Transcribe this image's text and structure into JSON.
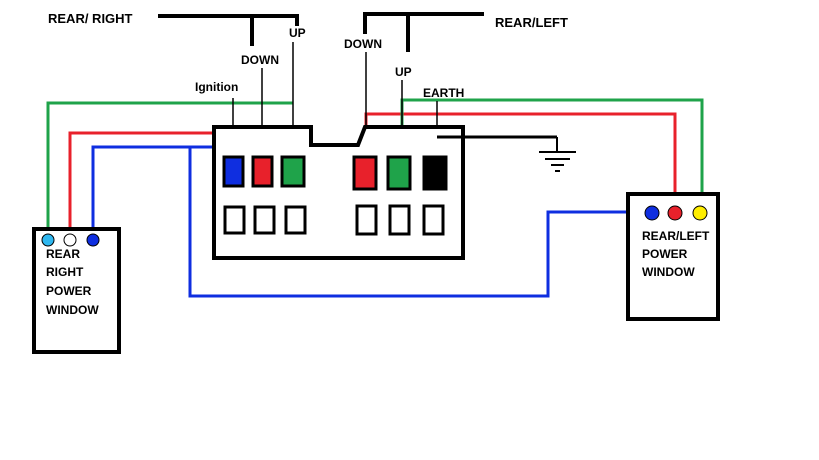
{
  "labels": {
    "rear_right": "REAR/ RIGHT",
    "rear_left": "REAR/LEFT",
    "up_right": "UP",
    "down_right": "DOWN",
    "down_left": "DOWN",
    "up_left": "UP",
    "ignition": "Ignition",
    "earth": "EARTH"
  },
  "rear_right_window": {
    "line1": "REAR",
    "line2": "RIGHT",
    "line3": "POWER",
    "line4": "WINDOW"
  },
  "rear_left_window": {
    "line1": "REAR/LEFT",
    "line2": "POWER",
    "line3": "WINDOW"
  },
  "colors": {
    "blue": "#0f2ee0",
    "red": "#e8212b",
    "green": "#1fa34a",
    "black": "#000000",
    "yellow": "#ffee00",
    "light_blue": "#2fb8f0",
    "white": "#ffffff"
  }
}
